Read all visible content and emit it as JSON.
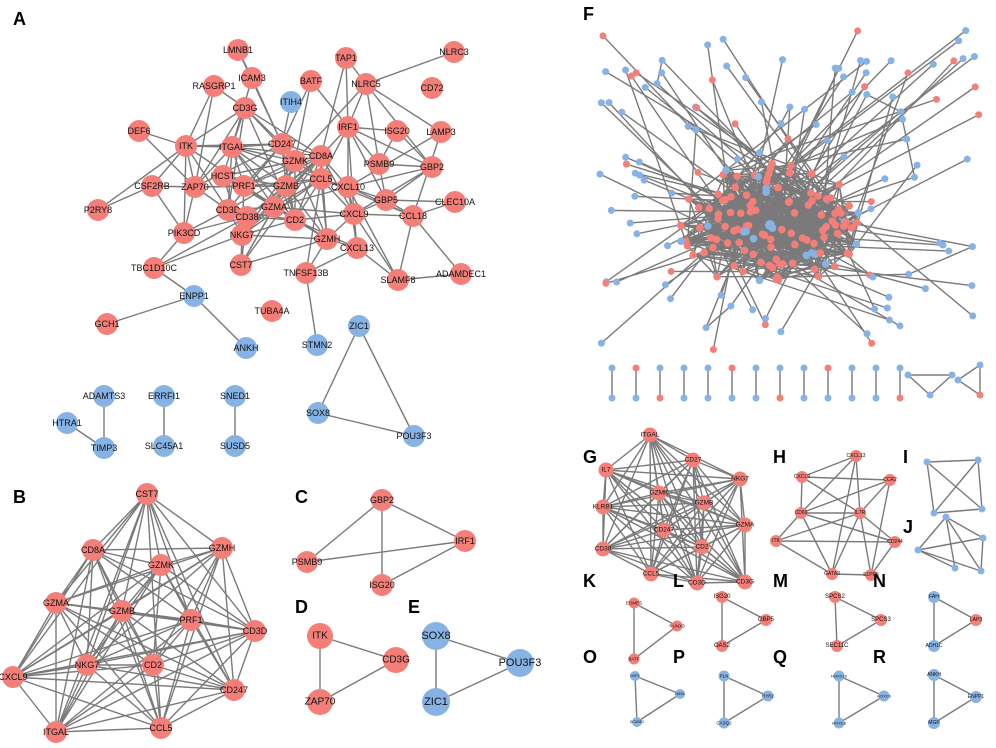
{
  "colors": {
    "red": "#f47f79",
    "blue": "#86b3e4",
    "edge": "#7a7a7a"
  },
  "panels": [
    {
      "id": "A",
      "nodes": [
        {
          "id": "LMNB1",
          "c": "r"
        },
        {
          "id": "TAP1",
          "c": "r"
        },
        {
          "id": "NLRC3",
          "c": "r"
        },
        {
          "id": "ICAM3",
          "c": "r"
        },
        {
          "id": "BATF",
          "c": "r"
        },
        {
          "id": "NLRC5",
          "c": "r"
        },
        {
          "id": "RASGRP1",
          "c": "r"
        },
        {
          "id": "CD72",
          "c": "r"
        },
        {
          "id": "ITIH4",
          "c": "b"
        },
        {
          "id": "CD3G",
          "c": "r"
        },
        {
          "id": "IRF1",
          "c": "r"
        },
        {
          "id": "ISG20",
          "c": "r"
        },
        {
          "id": "LAMP3",
          "c": "r"
        },
        {
          "id": "DEF6",
          "c": "r"
        },
        {
          "id": "ITK",
          "c": "r"
        },
        {
          "id": "ITGAL",
          "c": "r"
        },
        {
          "id": "CD247",
          "c": "r"
        },
        {
          "id": "CD8A",
          "c": "r"
        },
        {
          "id": "GZMK",
          "c": "r"
        },
        {
          "id": "PSMB9",
          "c": "r"
        },
        {
          "id": "GBP2",
          "c": "r"
        },
        {
          "id": "HCST",
          "c": "r"
        },
        {
          "id": "CSF2RB",
          "c": "r"
        },
        {
          "id": "ZAP70",
          "c": "r"
        },
        {
          "id": "PRF1",
          "c": "r"
        },
        {
          "id": "CCL5",
          "c": "r"
        },
        {
          "id": "CXCL10",
          "c": "r"
        },
        {
          "id": "GZMB",
          "c": "r"
        },
        {
          "id": "GBP5",
          "c": "r"
        },
        {
          "id": "P2RY8",
          "c": "r"
        },
        {
          "id": "CD3D",
          "c": "r"
        },
        {
          "id": "GZMA",
          "c": "r"
        },
        {
          "id": "CXCL9",
          "c": "r"
        },
        {
          "id": "CLEC10A",
          "c": "r"
        },
        {
          "id": "CD38",
          "c": "r"
        },
        {
          "id": "CD2",
          "c": "r"
        },
        {
          "id": "CCL18",
          "c": "r"
        },
        {
          "id": "PIK3CD",
          "c": "r"
        },
        {
          "id": "NKG7",
          "c": "r"
        },
        {
          "id": "GZMH",
          "c": "r"
        },
        {
          "id": "CXCL13",
          "c": "r"
        },
        {
          "id": "TBC1D10C",
          "c": "r"
        },
        {
          "id": "CST7",
          "c": "r"
        },
        {
          "id": "TNFSF13B",
          "c": "r"
        },
        {
          "id": "SLAMF8",
          "c": "r"
        },
        {
          "id": "ADAMDEC1",
          "c": "r"
        },
        {
          "id": "ENPP1",
          "c": "b"
        },
        {
          "id": "GCH1",
          "c": "r"
        },
        {
          "id": "TUBA4A",
          "c": "r"
        },
        {
          "id": "ANKH",
          "c": "b"
        },
        {
          "id": "STMN2",
          "c": "b"
        },
        {
          "id": "ZIC1",
          "c": "b"
        },
        {
          "id": "SOX8",
          "c": "b"
        },
        {
          "id": "POU3F3",
          "c": "b"
        },
        {
          "id": "ADAMTS3",
          "c": "b"
        },
        {
          "id": "HTRA1",
          "c": "b"
        },
        {
          "id": "TIMP3",
          "c": "b"
        },
        {
          "id": "ERRFI1",
          "c": "b"
        },
        {
          "id": "SLC45A1",
          "c": "b"
        },
        {
          "id": "SNED1",
          "c": "b"
        },
        {
          "id": "SUSD5",
          "c": "b"
        }
      ]
    },
    {
      "id": "B",
      "nodes": [
        {
          "id": "CST7",
          "c": "r"
        },
        {
          "id": "CD8A",
          "c": "r"
        },
        {
          "id": "GZMH",
          "c": "r"
        },
        {
          "id": "GZMK",
          "c": "r"
        },
        {
          "id": "GZMA",
          "c": "r"
        },
        {
          "id": "GZMB",
          "c": "r"
        },
        {
          "id": "PRF1",
          "c": "r"
        },
        {
          "id": "CD3D",
          "c": "r"
        },
        {
          "id": "CXCL9",
          "c": "r"
        },
        {
          "id": "NKG7",
          "c": "r"
        },
        {
          "id": "CD2",
          "c": "r"
        },
        {
          "id": "CD247",
          "c": "r"
        },
        {
          "id": "ITGAL",
          "c": "r"
        },
        {
          "id": "CCL5",
          "c": "r"
        }
      ]
    },
    {
      "id": "C",
      "nodes": [
        {
          "id": "GBP2",
          "c": "r"
        },
        {
          "id": "PSMB9",
          "c": "r"
        },
        {
          "id": "IRF1",
          "c": "r"
        },
        {
          "id": "ISG20",
          "c": "r"
        }
      ]
    },
    {
      "id": "D",
      "nodes": [
        {
          "id": "ITK",
          "c": "r"
        },
        {
          "id": "CD3G",
          "c": "r"
        },
        {
          "id": "ZAP70",
          "c": "r"
        }
      ]
    },
    {
      "id": "E",
      "nodes": [
        {
          "id": "SOX8",
          "c": "b"
        },
        {
          "id": "POU3F3",
          "c": "b"
        },
        {
          "id": "ZIC1",
          "c": "b"
        }
      ]
    },
    {
      "id": "F",
      "nodes": []
    },
    {
      "id": "G",
      "nodes": [
        {
          "id": "ITGAL",
          "c": "r"
        },
        {
          "id": "IL7",
          "c": "r"
        },
        {
          "id": "CD27",
          "c": "r"
        },
        {
          "id": "NKG7",
          "c": "r"
        },
        {
          "id": "GZMK",
          "c": "r"
        },
        {
          "id": "GZMB",
          "c": "r"
        },
        {
          "id": "KLRB1",
          "c": "r"
        },
        {
          "id": "CD247",
          "c": "r"
        },
        {
          "id": "GZMA",
          "c": "r"
        },
        {
          "id": "CD38",
          "c": "r"
        },
        {
          "id": "CD2",
          "c": "r"
        },
        {
          "id": "CCL5",
          "c": "r"
        },
        {
          "id": "CD3D",
          "c": "r"
        },
        {
          "id": "CD3G",
          "c": "r"
        }
      ]
    },
    {
      "id": "H",
      "nodes": [
        {
          "id": "CXCL13",
          "c": "r"
        },
        {
          "id": "CXCL9",
          "c": "r"
        },
        {
          "id": "CCR2",
          "c": "r"
        },
        {
          "id": "CD69",
          "c": "r"
        },
        {
          "id": "IL7R",
          "c": "r"
        },
        {
          "id": "ITK",
          "c": "r"
        },
        {
          "id": "CD244",
          "c": "r"
        },
        {
          "id": "GATA3",
          "c": "r"
        },
        {
          "id": "S1PR5",
          "c": "r"
        }
      ]
    },
    {
      "id": "I",
      "nodes": [
        {
          "id": "",
          "c": "b"
        },
        {
          "id": "",
          "c": "b"
        },
        {
          "id": "",
          "c": "b"
        },
        {
          "id": "",
          "c": "b"
        }
      ]
    },
    {
      "id": "J",
      "nodes": [
        {
          "id": "",
          "c": "b"
        },
        {
          "id": "",
          "c": "b"
        },
        {
          "id": "",
          "c": "b"
        },
        {
          "id": "",
          "c": "b"
        },
        {
          "id": "",
          "c": "b"
        }
      ]
    },
    {
      "id": "K",
      "nodes": [
        {
          "id": "EOMES",
          "c": "r"
        },
        {
          "id": "RUNX3",
          "c": "r"
        },
        {
          "id": "BATF",
          "c": "r"
        }
      ]
    },
    {
      "id": "L",
      "nodes": [
        {
          "id": "ISG20",
          "c": "r"
        },
        {
          "id": "GBP5",
          "c": "r"
        },
        {
          "id": "OAS2",
          "c": "r"
        }
      ]
    },
    {
      "id": "M",
      "nodes": [
        {
          "id": "SPCS2",
          "c": "r"
        },
        {
          "id": "SPCS3",
          "c": "r"
        },
        {
          "id": "SEC11C",
          "c": "r"
        }
      ]
    },
    {
      "id": "N",
      "nodes": [
        {
          "id": "FAH",
          "c": "b"
        },
        {
          "id": "LAP3",
          "c": "r"
        },
        {
          "id": "ADH1C",
          "c": "b"
        }
      ]
    },
    {
      "id": "O",
      "nodes": [
        {
          "id": "DSP1",
          "c": "b"
        },
        {
          "id": "OAS1",
          "c": "b"
        },
        {
          "id": "SCUBE2",
          "c": "b"
        }
      ]
    },
    {
      "id": "P",
      "nodes": [
        {
          "id": "PLN",
          "c": "b"
        },
        {
          "id": "RYR2",
          "c": "b"
        },
        {
          "id": "CASQ2",
          "c": "b"
        }
      ]
    },
    {
      "id": "Q",
      "nodes": [
        {
          "id": "HOXC10",
          "c": "b"
        },
        {
          "id": "HOXC6",
          "c": "b"
        },
        {
          "id": "HOXC8",
          "c": "b"
        }
      ]
    },
    {
      "id": "R",
      "nodes": [
        {
          "id": "ANKH",
          "c": "b"
        },
        {
          "id": "ENPP1",
          "c": "b"
        },
        {
          "id": "MGP",
          "c": "b"
        }
      ]
    }
  ]
}
